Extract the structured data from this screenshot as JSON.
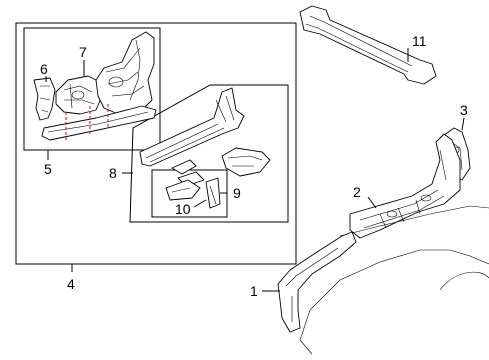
{
  "callouts": {
    "c1": "1",
    "c2": "2",
    "c3": "3",
    "c4": "4",
    "c5": "5",
    "c6": "6",
    "c7": "7",
    "c8": "8",
    "c9": "9",
    "c10": "10",
    "c11": "11"
  },
  "colors": {
    "line": "#000000",
    "highlight": "#d42020",
    "background": "#ffffff"
  }
}
